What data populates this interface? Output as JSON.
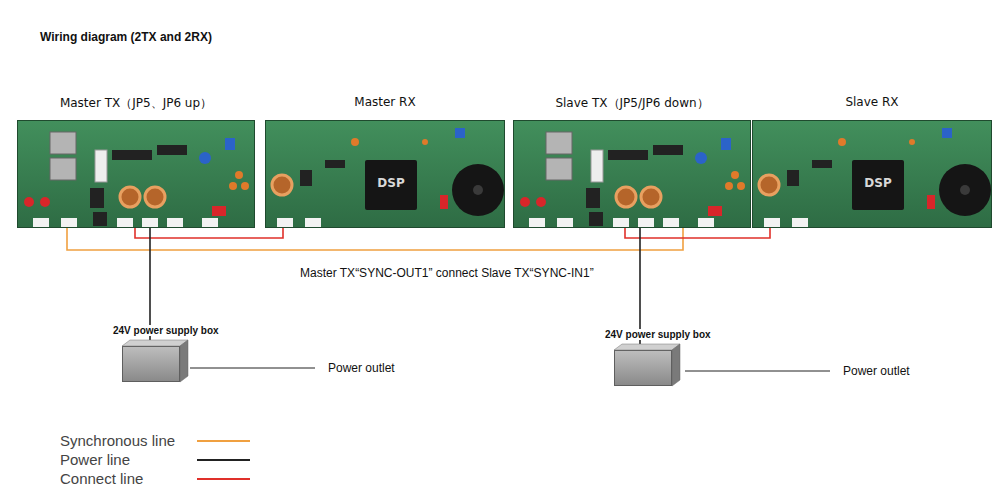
{
  "diagram": {
    "title": "Wiring diagram (2TX and 2RX)",
    "nodes": [
      {
        "text": [
          "Master TX（JP5、JP6 up）"
        ]
      },
      {
        "text": [
          "Master RX"
        ]
      },
      {
        "text": [
          "Slave TX（JP5/JP6 down）"
        ]
      },
      {
        "text": [
          "Slave RX"
        ]
      },
      {
        "text": [
          "24V power supply box"
        ]
      },
      {
        "text": [
          "24V power supply box"
        ]
      }
    ],
    "edges": [
      {
        "from": 0,
        "to": 1,
        "arrow": "none"
      },
      {
        "from": 0,
        "to": 2,
        "arrow": "none"
      },
      {
        "from": 2,
        "to": 3,
        "arrow": "none"
      },
      {
        "from": 0,
        "to": 4,
        "arrow": "none"
      },
      {
        "from": 2,
        "to": 5,
        "arrow": "none"
      }
    ],
    "labels": [
      "DSP",
      "DSP",
      "Master TX“SYNC-OUT1” connect Slave TX“SYNC-IN1”",
      "Power outlet",
      "Power outlet"
    ],
    "legend": [
      {
        "text": "Synchronous line"
      },
      {
        "text": "Power line"
      },
      {
        "text": "Connect line"
      }
    ]
  }
}
